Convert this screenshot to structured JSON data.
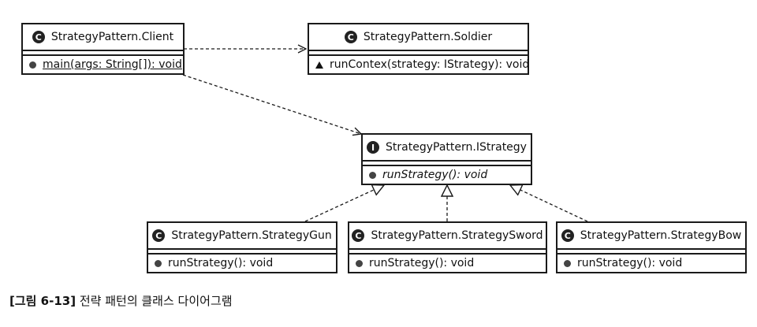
{
  "classes": {
    "client": {
      "badge": "C",
      "name": "StrategyPattern.Client",
      "member": "main(args: String[]): void",
      "member_visibility": "public",
      "member_static": true
    },
    "soldier": {
      "badge": "C",
      "name": "StrategyPattern.Soldier",
      "member": "runContex(strategy: IStrategy): void",
      "member_visibility": "package"
    },
    "istrategy": {
      "badge": "I",
      "name": "StrategyPattern.IStrategy",
      "member": "runStrategy(): void",
      "member_visibility": "public",
      "member_abstract": true
    },
    "gun": {
      "badge": "C",
      "name": "StrategyPattern.StrategyGun",
      "member": "runStrategy(): void",
      "member_visibility": "public"
    },
    "sword": {
      "badge": "C",
      "name": "StrategyPattern.StrategySword",
      "member": "runStrategy(): void",
      "member_visibility": "public"
    },
    "bow": {
      "badge": "C",
      "name": "StrategyPattern.StrategyBow",
      "member": "runStrategy(): void",
      "member_visibility": "public"
    }
  },
  "relations": [
    {
      "from": "client",
      "to": "soldier",
      "type": "dependency"
    },
    {
      "from": "client",
      "to": "istrategy",
      "type": "dependency"
    },
    {
      "from": "gun",
      "to": "istrategy",
      "type": "realization"
    },
    {
      "from": "sword",
      "to": "istrategy",
      "type": "realization"
    },
    {
      "from": "bow",
      "to": "istrategy",
      "type": "realization"
    }
  ],
  "caption": {
    "label": "[그림 6-13]",
    "text": " 전략 패턴의 클래스 다이어그램"
  },
  "colors": {
    "line": "#1a1a1a",
    "badge": "#222222",
    "background": "#ffffff"
  }
}
